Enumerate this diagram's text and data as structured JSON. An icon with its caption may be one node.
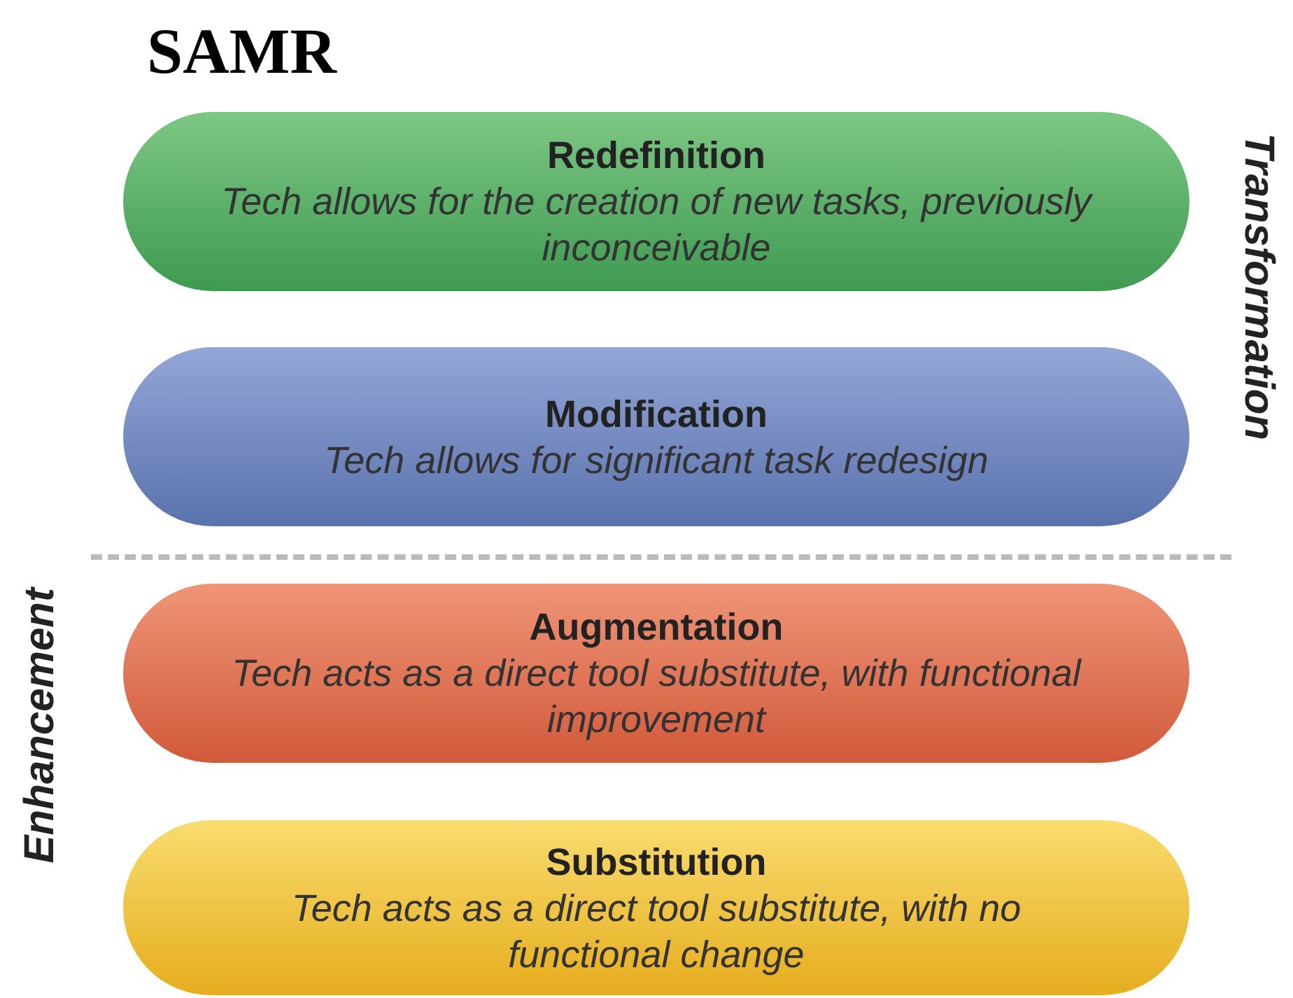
{
  "diagram": {
    "title": "SAMR",
    "nodes": [
      {
        "text": [
          "Redefinition",
          "Tech allows for the creation of new tasks, previously inconceivable"
        ]
      },
      {
        "text": [
          "Modification",
          "Tech allows for significant task redesign"
        ]
      },
      {
        "text": [
          "Augmentation",
          "Tech acts as a direct tool substitute, with functional improvement"
        ]
      },
      {
        "text": [
          "Substitution",
          "Tech acts as a direct tool substitute, with no functional change"
        ]
      }
    ],
    "labels": [
      "Transformation",
      "Enhancement"
    ]
  }
}
